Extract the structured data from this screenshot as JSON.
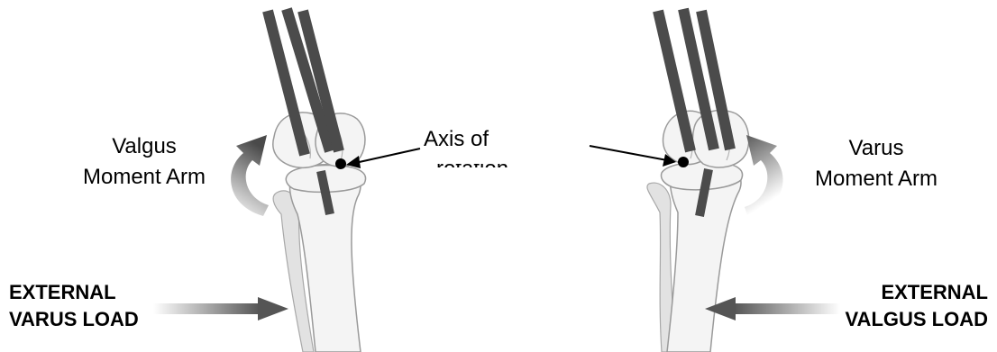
{
  "left_panel": {
    "moment_arm_line1": "Valgus",
    "moment_arm_line2": "Moment Arm",
    "axis_label": "Axis of",
    "axis_label_cut": "rotation",
    "load_line1": "EXTERNAL",
    "load_line2": "VARUS LOAD"
  },
  "right_panel": {
    "moment_arm_line1": "Varus",
    "moment_arm_line2": "Moment Arm",
    "load_line1": "EXTERNAL",
    "load_line2": "VALGUS LOAD"
  },
  "colors": {
    "muscle": "#4b4b4b",
    "bone": "#f4f4f4",
    "arrow_dark": "#555555",
    "text": "#000000"
  }
}
